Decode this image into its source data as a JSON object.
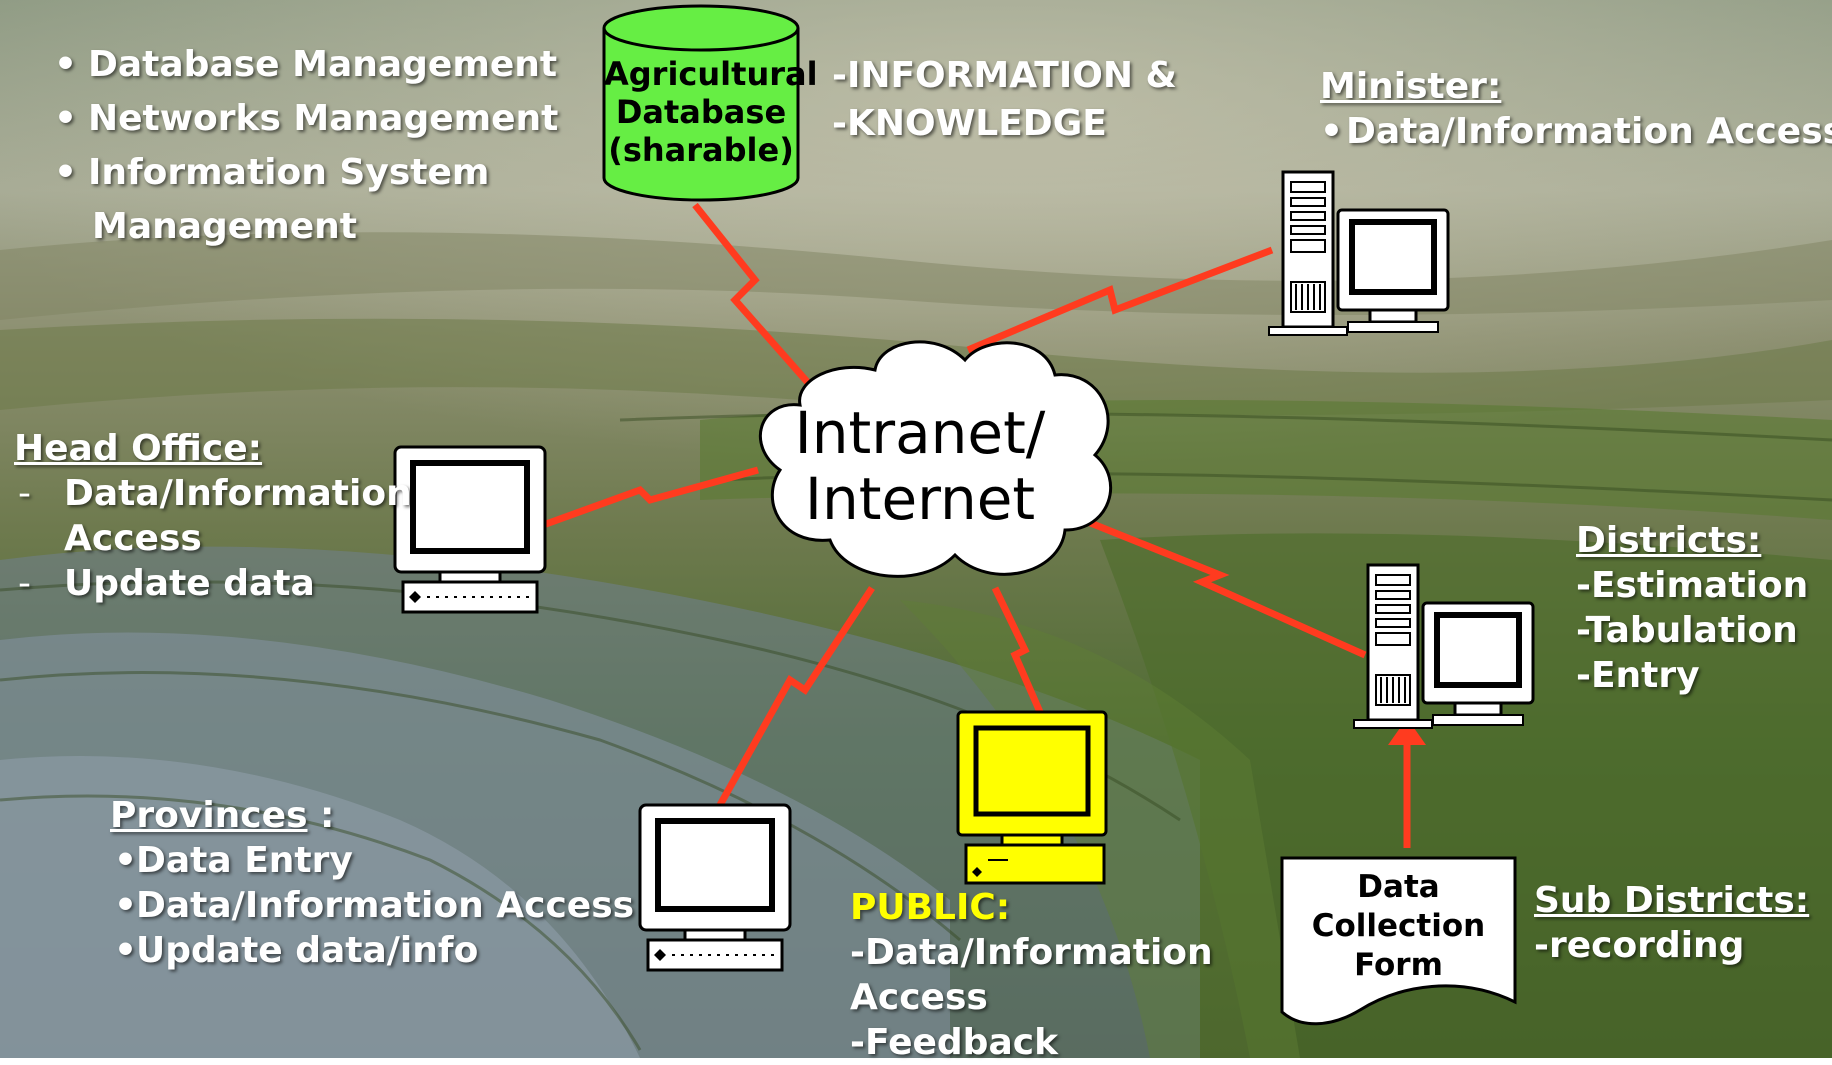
{
  "colors": {
    "link": "#ff3b1f",
    "database": "#66ee44",
    "public_monitor": "#ffff00",
    "text": "#ffffff",
    "public_text": "#ffff00"
  },
  "top_left": {
    "items": [
      "Database Management",
      "Networks Management",
      "Information System",
      "Management"
    ]
  },
  "database": {
    "line1": "Agricultural",
    "line2": "Database",
    "line3": "(sharable)",
    "note1": "-INFORMATION &",
    "note2": "-KNOWLEDGE"
  },
  "minister": {
    "title": "Minister:",
    "item": "Data/Information Access"
  },
  "cloud": {
    "line1": "Intranet/",
    "line2": "Internet"
  },
  "head_office": {
    "title": "Head Office:",
    "item1_line1": "Data/Information",
    "item1_line2": "Access",
    "item2": "Update data"
  },
  "districts": {
    "title": "Districts:",
    "items": [
      "-Estimation",
      "-Tabulation",
      "-Entry"
    ]
  },
  "provinces": {
    "title": "Provinces",
    "colon": " :",
    "items": [
      "Data Entry",
      "Data/Information Access",
      "Update data/info"
    ]
  },
  "public": {
    "title": "PUBLIC:",
    "line1": "-Data/Information",
    "line2": "Access",
    "line3": "-Feedback"
  },
  "form": {
    "line1": "Data",
    "line2": "Collection",
    "line3": "Form"
  },
  "sub_districts": {
    "title": "Sub Districts:",
    "item": "-recording"
  }
}
